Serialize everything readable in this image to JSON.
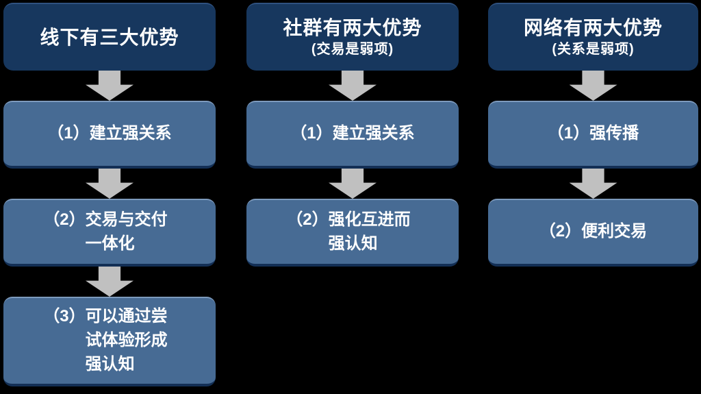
{
  "page": {
    "background": "#000000"
  },
  "colors": {
    "page_background": "#000000",
    "header_box": "#17375e",
    "step_box": "#476b94",
    "step_box_top_edge": "#7d9abd",
    "step_box_bottom_edge": "#132f55",
    "arrow": "#c0c0c0",
    "text": "#ffffff"
  },
  "icons": {
    "flow_arrow": "arrow-down-icon"
  },
  "columns": [
    {
      "header": {
        "title": "线下有三大优势"
      },
      "items": [
        {
          "marker": "（1）",
          "text": "建立强关系"
        },
        {
          "marker": "（2）",
          "text": "交易与交付一体化"
        },
        {
          "marker": "（3）",
          "text": "可以通过尝试体验形成强认知"
        }
      ]
    },
    {
      "header": {
        "title": "社群有两大优势",
        "subtitle": "(交易是弱项)"
      },
      "items": [
        {
          "marker": "（1）",
          "text": "建立强关系"
        },
        {
          "marker": "（2）",
          "text": "强化互进而强认知"
        }
      ]
    },
    {
      "header": {
        "title": "网络有两大优势",
        "subtitle": "(关系是弱项)"
      },
      "items": [
        {
          "marker": "（1）",
          "text": "强传播"
        },
        {
          "marker": "（2）",
          "text": "便利交易"
        }
      ]
    }
  ]
}
